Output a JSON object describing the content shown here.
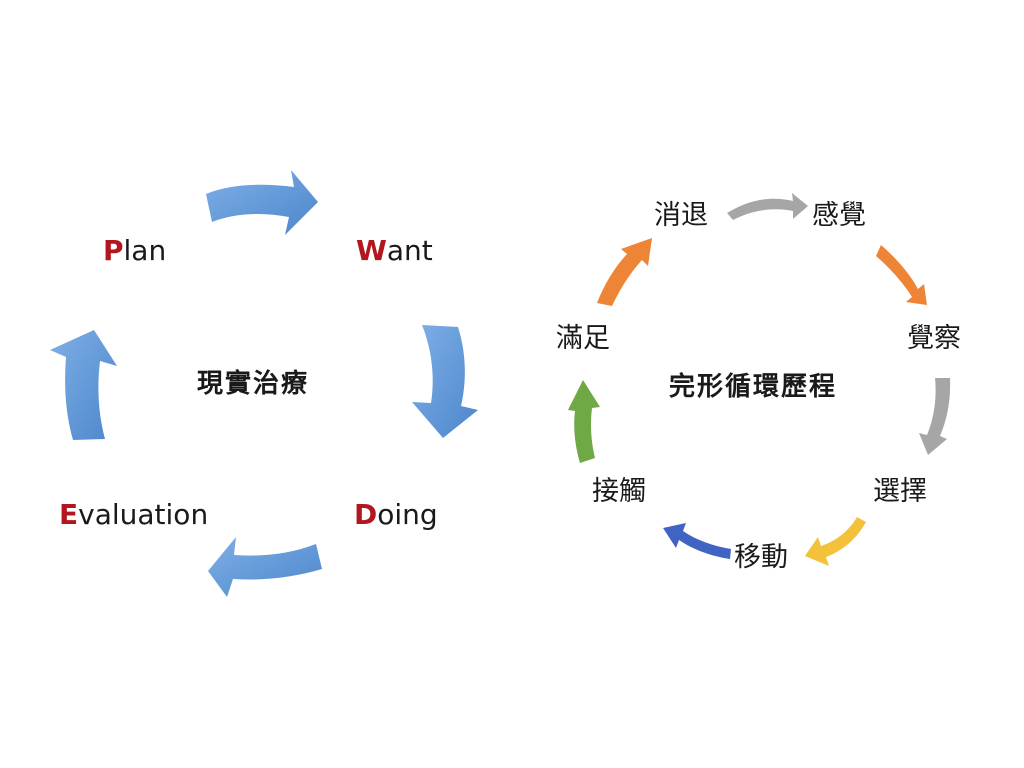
{
  "reality_therapy": {
    "title": "現實治療",
    "steps": [
      {
        "initial": "W",
        "rest": "ant"
      },
      {
        "initial": "D",
        "rest": "oing"
      },
      {
        "initial": "E",
        "rest": "valuation"
      },
      {
        "initial": "P",
        "rest": "lan"
      }
    ],
    "arrow_color": "#5b93d3"
  },
  "gestalt_cycle": {
    "title": "完形循環歷程",
    "steps": [
      "感覺",
      "覺察",
      "選擇",
      "移動",
      "接觸",
      "滿足",
      "消退"
    ],
    "arrow_colors": {
      "gray": "#a6a6a6",
      "orange": "#ee8435",
      "yellow": "#f3c23a",
      "blue": "#3f64c4",
      "green": "#6fa845"
    }
  }
}
